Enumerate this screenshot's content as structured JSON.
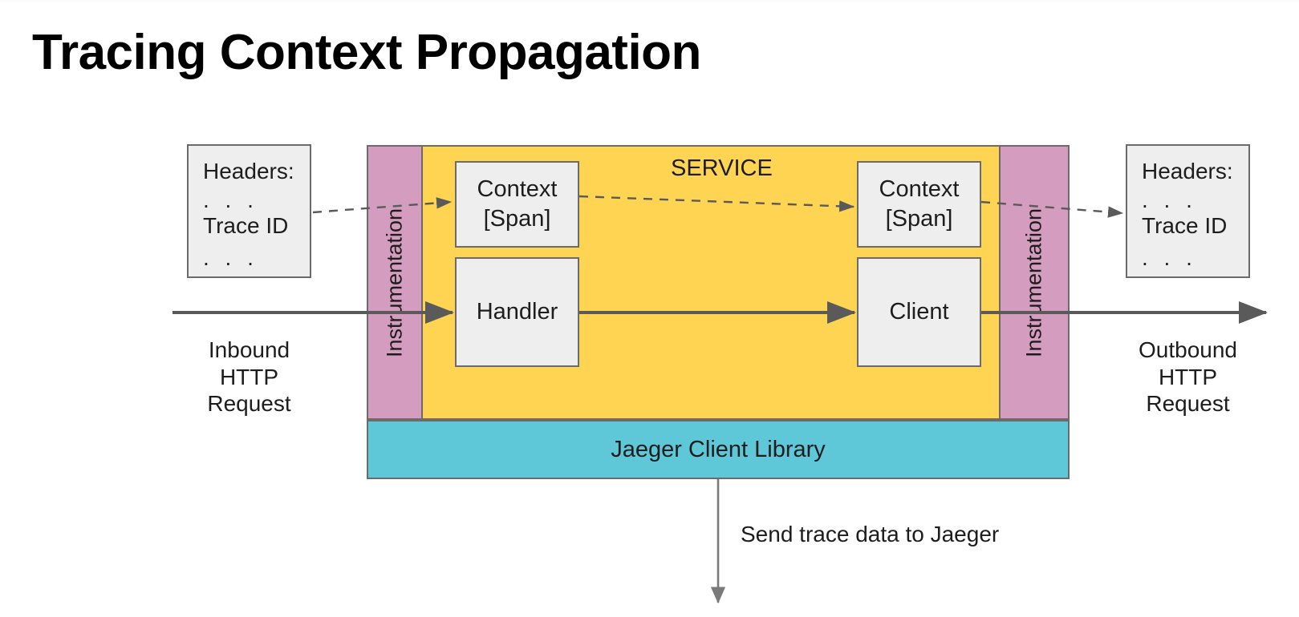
{
  "page": {
    "title": "Tracing Context Propagation",
    "background": "#ffffff"
  },
  "colors": {
    "instrumentation": "#d49cbe",
    "service": "#ffd452",
    "jaeger_library": "#5ec8d8",
    "inner_box": "#eeeeee",
    "stroke": "#6b6b6b",
    "text": "#1d1d1d",
    "arrow": "#5a5a5a"
  },
  "diagram": {
    "inbound_headers": {
      "title": "Headers:",
      "dots_top": ". . .",
      "field": "Trace ID",
      "dots_bottom": ". . ."
    },
    "outbound_headers": {
      "title": "Headers:",
      "dots_top": ". . .",
      "field": "Trace ID",
      "dots_bottom": ". . ."
    },
    "left_instrumentation_label": "Instrumentation",
    "right_instrumentation_label": "Instrumentation",
    "service_label": "SERVICE",
    "left_context_box": "Context\n[Span]",
    "left_context_line1": "Context",
    "left_context_line2": "[Span]",
    "right_context_line1": "Context",
    "right_context_line2": "[Span]",
    "handler_box": "Handler",
    "client_box": "Client",
    "jaeger_bar_label": "Jaeger Client Library",
    "inbound_caption": {
      "line1": "Inbound",
      "line2": "HTTP",
      "line3": "Request"
    },
    "outbound_caption": {
      "line1": "Outbound",
      "line2": "HTTP",
      "line3": "Request"
    },
    "send_trace_label": "Send trace data to Jaeger"
  }
}
